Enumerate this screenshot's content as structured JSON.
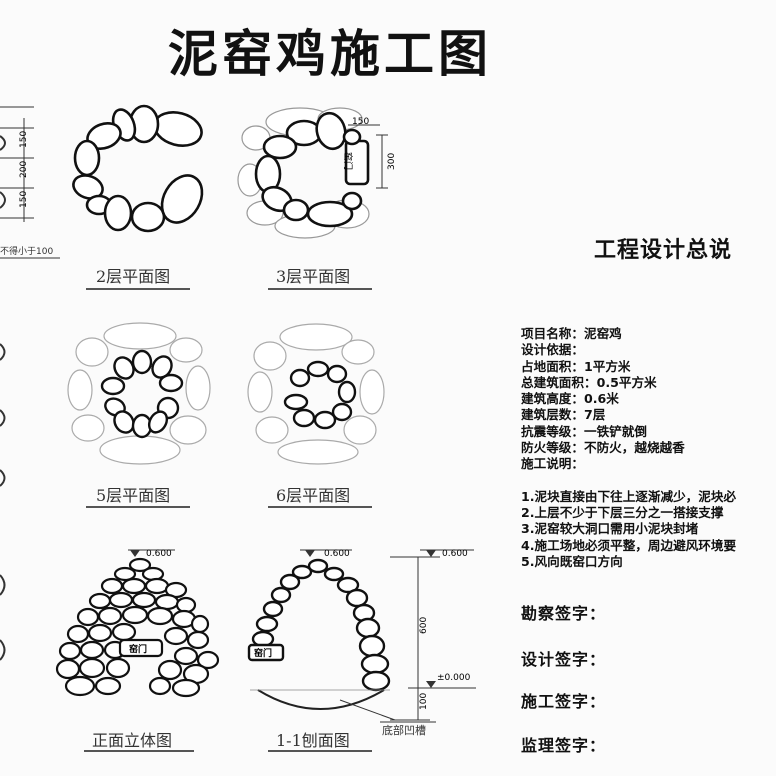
{
  "title": "泥窑鸡施工图",
  "left_edge": {
    "dims": [
      "150",
      "200",
      "150"
    ],
    "note": "不得小于100"
  },
  "plans": {
    "floor2": "2层平面图",
    "floor3": "3层平面图",
    "floor5": "5层平面图",
    "floor6": "6层平面图",
    "front": "正面立体图",
    "section": "1-1刨面图"
  },
  "floor3_dims": {
    "w": "150",
    "h": "300",
    "door": "窑门"
  },
  "elev": {
    "top": "0.600",
    "zero": "±0.000",
    "height": "600",
    "depth": "100",
    "door": "窑门",
    "groove": "底部凹槽"
  },
  "summary": {
    "title": "工程设计总说",
    "items": [
      "项目名称：泥窑鸡",
      "设计依据：",
      "占地面积：1平方米",
      "总建筑面积：0.5平方米",
      "建筑高度：0.6米",
      "建筑层数：7层",
      "抗震等级：一铁铲就倒",
      "防火等级：不防火，越烧越香",
      "施工说明："
    ],
    "notes": [
      "1.泥块直接由下往上逐渐减少，泥块必",
      "2.上层不少于下层三分之一搭接支撑",
      "3.泥窑较大洞口需用小泥块封堵",
      "4.施工场地必须平整，周边避风环境要",
      "5.风向既窑口方向"
    ],
    "signatures": [
      "勘察签字：",
      "设计签字：",
      "施工签字：",
      "监理签字："
    ]
  }
}
